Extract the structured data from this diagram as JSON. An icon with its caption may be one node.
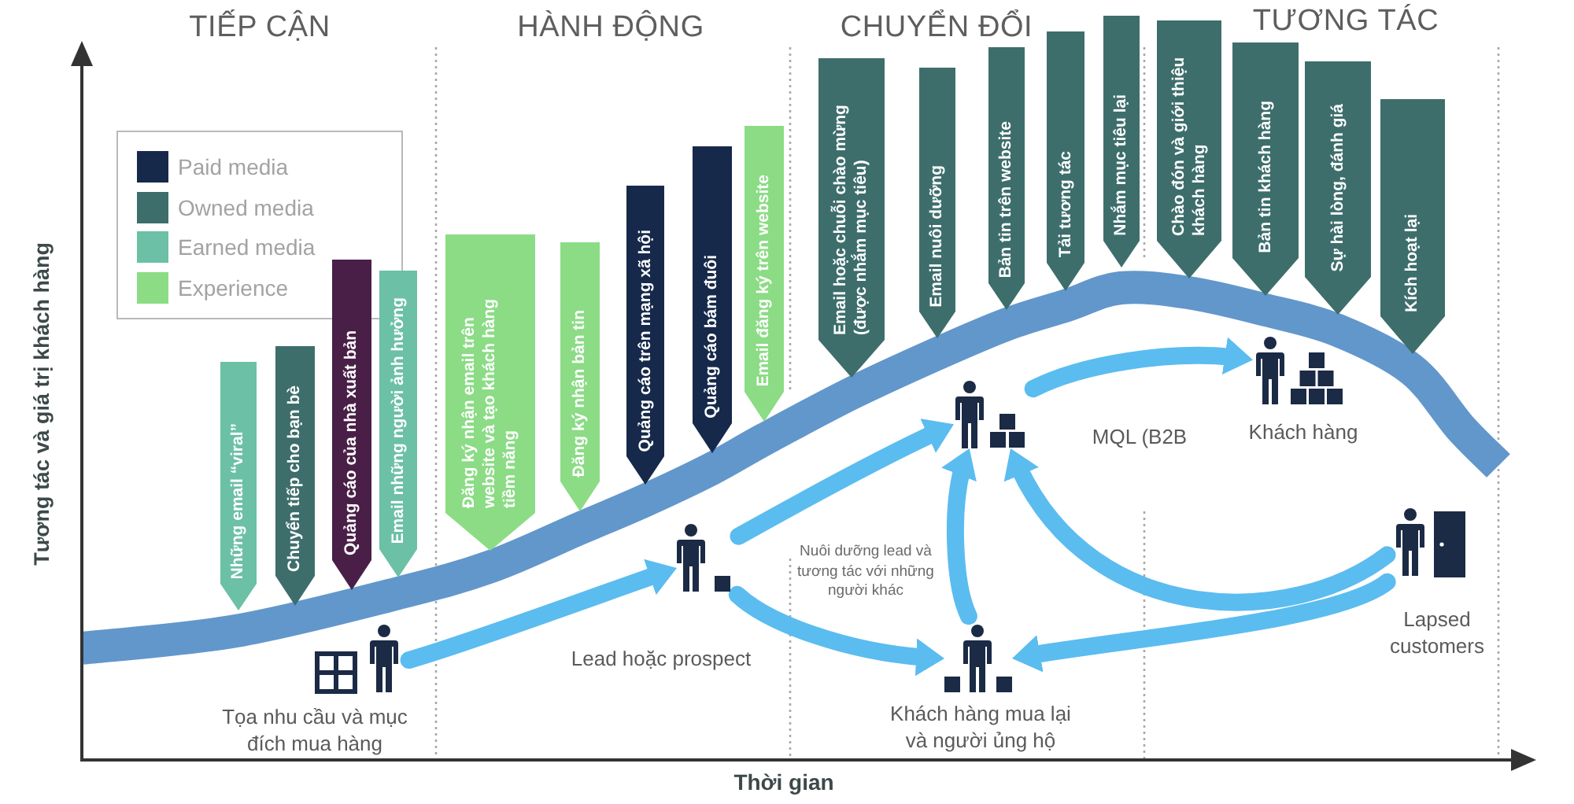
{
  "diagram": {
    "nodes": [
      {
        "text": [
          "Những email “viral”"
        ]
      },
      {
        "text": [
          "Chuyển tiếp cho bạn bè"
        ]
      },
      {
        "text": [
          "Quảng cáo của nhà xuất bản"
        ]
      },
      {
        "text": [
          "Email những người ảnh hưởng"
        ]
      },
      {
        "text": [
          "Đăng ký nhận email trên website và tạo khách hàng tiềm năng"
        ]
      },
      {
        "text": [
          "Đăng ký nhận bản tin"
        ]
      },
      {
        "text": [
          "Quảng cáo trên mạng xã hội"
        ]
      },
      {
        "text": [
          "Quảng cáo bám đuôi"
        ]
      },
      {
        "text": [
          "Email đăng ký trên website"
        ]
      },
      {
        "text": [
          "Email hoặc chuỗi chào mừng (được nhắm mục tiêu)"
        ]
      },
      {
        "text": [
          "Email nuôi dưỡng"
        ]
      },
      {
        "text": [
          "Bản tin trên website"
        ]
      },
      {
        "text": [
          "Tải tương tác"
        ]
      },
      {
        "text": [
          "Nhắm mục tiêu lại"
        ]
      },
      {
        "text": [
          "Chào đón và giới thiệu khách hàng"
        ]
      },
      {
        "text": [
          "Bản tin khách hàng"
        ]
      },
      {
        "text": [
          "Sự hài lòng, đánh giá"
        ]
      },
      {
        "text": [
          "Kích hoạt lại"
        ]
      },
      {
        "text": [],
        "shape": "person",
        "beside": [
          "Tọa nhu cầu và mục đích mua hàng"
        ]
      },
      {
        "text": [],
        "shape": "person",
        "beside": [
          "Lead hoặc prospect"
        ]
      },
      {
        "text": [],
        "shape": "person",
        "beside": [
          "MQL (B2B"
        ]
      },
      {
        "text": [],
        "shape": "person",
        "beside": [
          "Khách hàng"
        ]
      },
      {
        "text": [],
        "shape": "person",
        "beside": [
          "Lapsed customers"
        ]
      },
      {
        "text": [],
        "shape": "person",
        "beside": [
          "Khách hàng mua lại và người ủng hộ"
        ]
      }
    ],
    "edges": [
      {
        "from": 18,
        "to": 19,
        "arrow": "to"
      },
      {
        "from": 19,
        "to": 20,
        "arrow": "to"
      },
      {
        "from": 19,
        "to": 23,
        "arrow": "to"
      },
      {
        "from": 23,
        "to": 20,
        "arrow": "to"
      },
      {
        "from": 20,
        "to": 21,
        "arrow": "to"
      },
      {
        "from": 22,
        "to": 20,
        "arrow": "to"
      },
      {
        "from": 22,
        "to": 23,
        "arrow": "to"
      }
    ],
    "labels": [
      "TIẾP CẬN",
      "HÀNH ĐỘNG",
      "CHUYỂN ĐỔI",
      "TƯƠNG TÁC",
      "Tương tác và giá trị khách hàng",
      "Nuôi dưỡng lead và tương tác với những người khác",
      "Thời gian"
    ],
    "legend": [
      {
        "text": "Paid media",
        "color": "#16294a"
      },
      {
        "text": "Owned media",
        "color": "#3d6e6c"
      },
      {
        "text": "Earned media",
        "color": "#6cc0a5"
      },
      {
        "text": "Experience",
        "color": "#8bdc85"
      }
    ]
  }
}
